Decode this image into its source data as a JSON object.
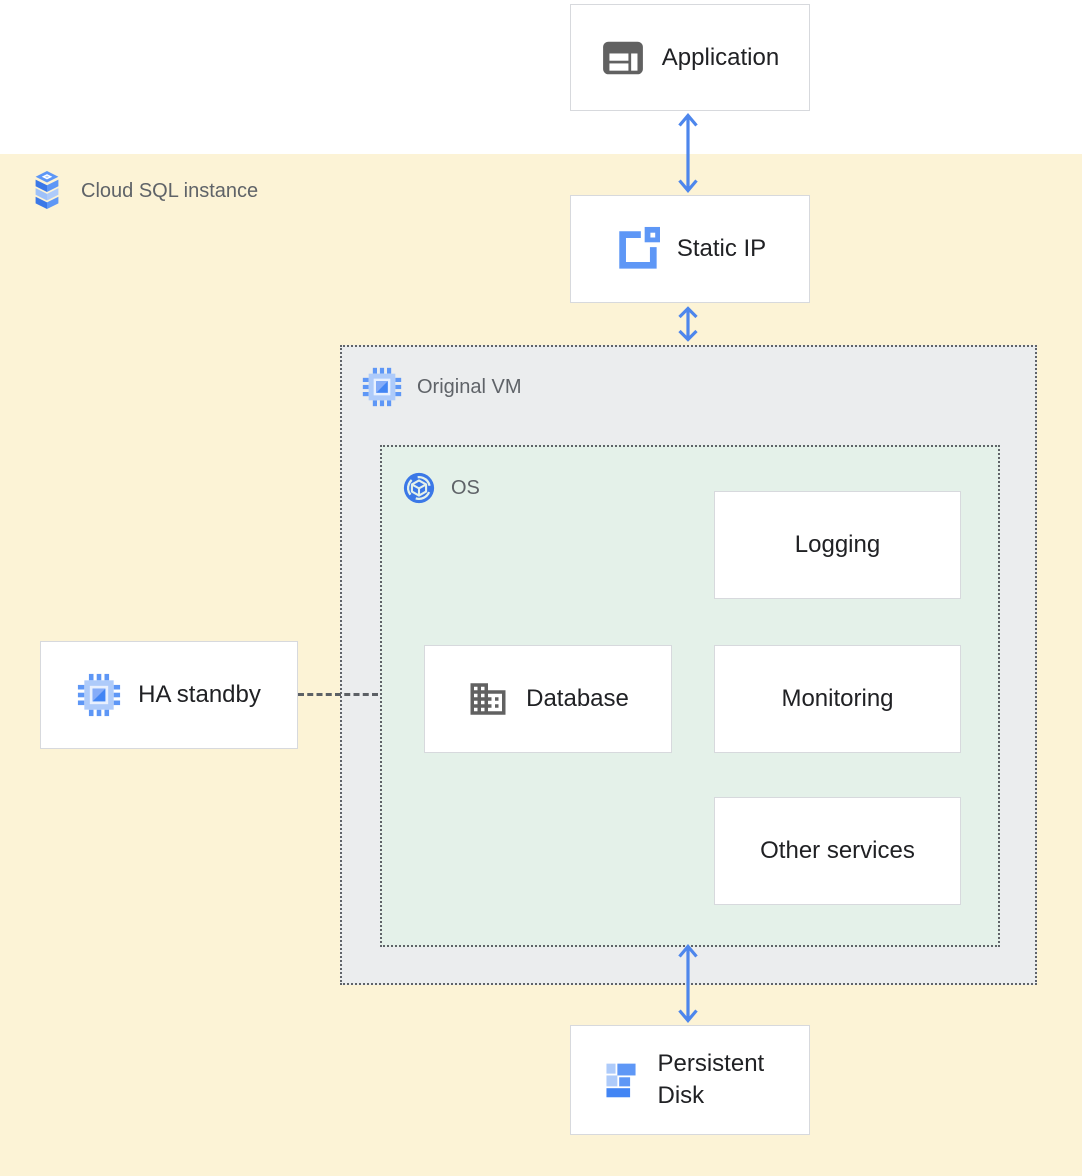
{
  "regions": {
    "cloud_sql": {
      "label": "Cloud SQL instance",
      "icon": "cloud-sql-icon",
      "fill": "#fcf3d6"
    },
    "original_vm": {
      "label": "Original VM",
      "icon": "compute-engine-icon",
      "fill": "#ebedee"
    },
    "os": {
      "label": "OS",
      "icon": "os-image-icon",
      "fill": "#e4f1e9"
    }
  },
  "nodes": {
    "application": {
      "label": "Application",
      "icon": "application-window-icon"
    },
    "static_ip": {
      "label": "Static IP",
      "icon": "external-ip-icon"
    },
    "ha_standby": {
      "label": "HA standby",
      "icon": "compute-engine-icon"
    },
    "database": {
      "label": "Database",
      "icon": "building-icon"
    },
    "logging": {
      "label": "Logging"
    },
    "monitoring": {
      "label": "Monitoring"
    },
    "other_services": {
      "label": "Other services"
    },
    "persistent_disk": {
      "label": "Persistent Disk",
      "icon": "persistent-disk-icon"
    }
  },
  "connections": [
    {
      "from": "application",
      "to": "static_ip",
      "style": "double-headed-arrow"
    },
    {
      "from": "static_ip",
      "to": "original_vm",
      "style": "double-headed-arrow"
    },
    {
      "from": "os",
      "to": "persistent_disk",
      "style": "double-headed-arrow"
    },
    {
      "from": "ha_standby",
      "to": "original_vm",
      "style": "dashed-line"
    }
  ],
  "colors": {
    "top_background": "#ffffff",
    "cloud_sql_region": "#fcf3d6",
    "vm_region": "#ebedee",
    "os_region": "#e4f1e9",
    "node_background": "#ffffff",
    "node_border": "#d7d9dd",
    "dotted_border": "#5f6368",
    "arrow_blue": "#4d86ec",
    "container_label_text": "#5f6368",
    "node_label_text": "#202124",
    "icon_gray": "#616161",
    "icon_blue": "#4285f4",
    "icon_blue_medium": "#5e97f6",
    "icon_blue_light": "#aecbfa"
  }
}
